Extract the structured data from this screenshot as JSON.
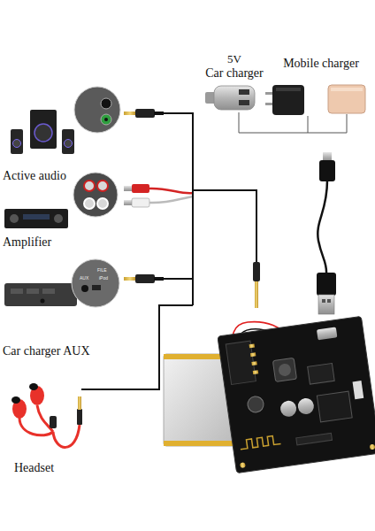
{
  "diagram": {
    "nodes": [
      {
        "text": [
          "5V",
          "Car charger"
        ]
      },
      {
        "text": [
          "Mobile charger"
        ]
      },
      {
        "text": [
          "Active audio"
        ]
      },
      {
        "text": [
          "Amplifier"
        ]
      },
      {
        "text": [
          "Car charger AUX"
        ]
      },
      {
        "text": [
          "Headset"
        ]
      }
    ],
    "labels": [
      "FILE",
      "AUX",
      "iPod"
    ]
  }
}
